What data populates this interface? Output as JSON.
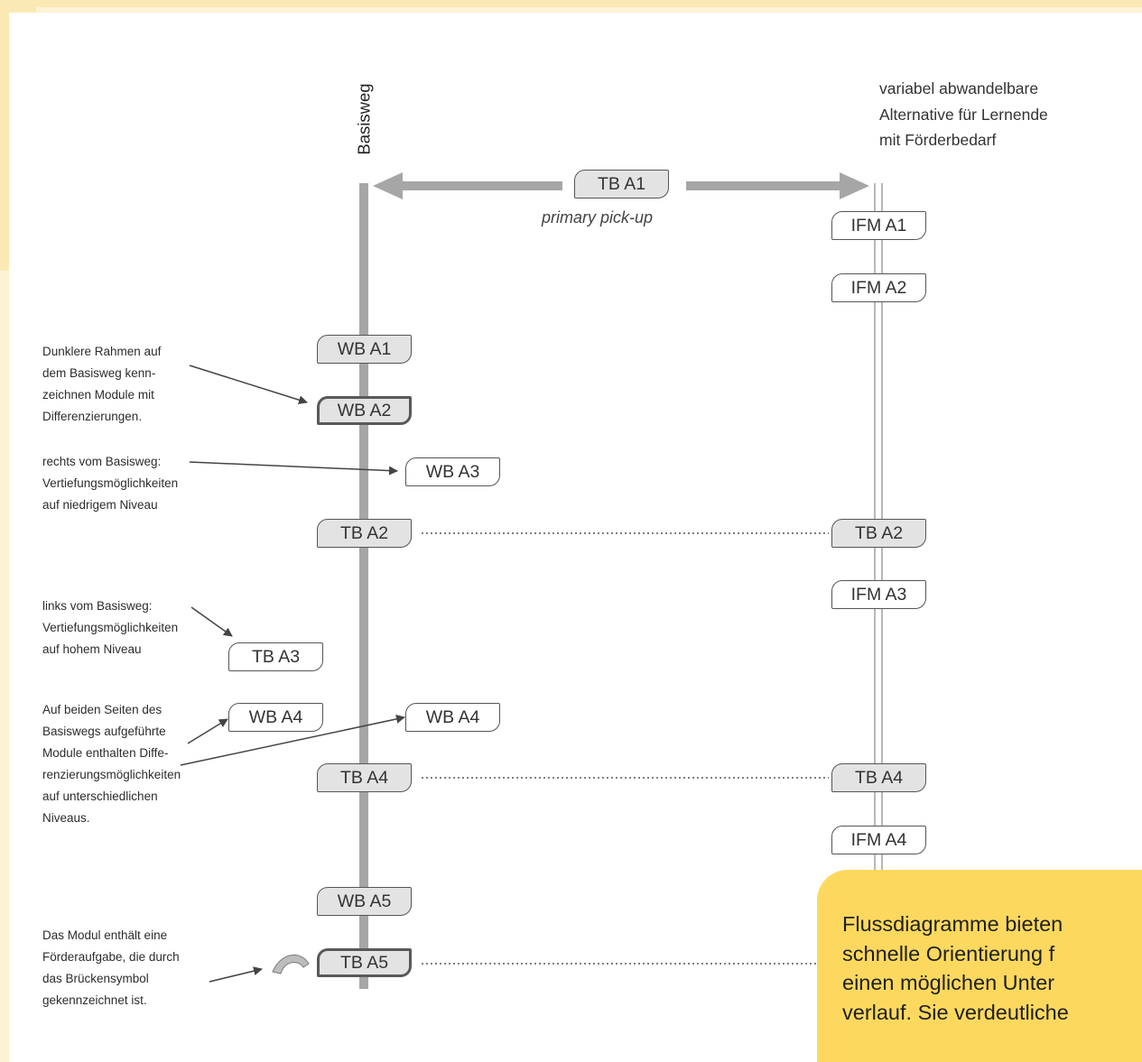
{
  "diagram": {
    "axis_label": "Basisweg",
    "side_title": [
      "variabel abwandelbare",
      "Alternative für Lernende",
      "mit Förderbedarf"
    ],
    "pickup_label": "primary pick-up",
    "modules": {
      "tb_a1": "TB A1",
      "ifm_a1": "IFM A1",
      "ifm_a2": "IFM A2",
      "wb_a1": "WB A1",
      "wb_a2": "WB A2",
      "wb_a3": "WB A3",
      "tb_a2": "TB A2",
      "tb_a2_right": "TB A2",
      "ifm_a3": "IFM A3",
      "tb_a3": "TB A3",
      "wb_a4_left": "WB A4",
      "wb_a4_right": "WB A4",
      "tb_a4": "TB A4",
      "tb_a4_right": "TB A4",
      "ifm_a4": "IFM A4",
      "wb_a5": "WB A5",
      "tb_a5": "TB A5"
    },
    "notes": {
      "darker_frames": [
        "Dunklere Rahmen auf",
        "dem Basisweg kenn-",
        "zeichnen Module mit",
        "Differenzierungen."
      ],
      "right_of_path": [
        "rechts vom Basisweg:",
        "Vertiefungsmöglichkeiten",
        "auf niedrigem Niveau"
      ],
      "left_of_path": [
        "links vom Basisweg:",
        "Vertiefungsmöglichkeiten",
        "auf hohem Niveau"
      ],
      "both_sides": [
        "Auf beiden Seiten des",
        "Basiswegs aufgeführte",
        "Module enthalten Diffe-",
        "renzierungsmöglichkeiten",
        "auf unterschiedlichen",
        "Niveaus."
      ],
      "bridge": [
        "Das Modul enthält eine",
        "Förderaufgabe, die durch",
        "das Brückensymbol",
        "gekennzeichnet ist."
      ]
    },
    "colors": {
      "main_path": "#a6a6a6",
      "module_fill": "#e3e3e3",
      "callout": "#fcd95e",
      "background": "#fdf3d4"
    },
    "icons": {
      "bridge": "bridge-icon"
    }
  },
  "callout": {
    "lines": [
      "Flussdiagramme bieten",
      "schnelle Orientierung f",
      "einen möglichen Unter",
      "verlauf. Sie verdeutliche"
    ]
  }
}
